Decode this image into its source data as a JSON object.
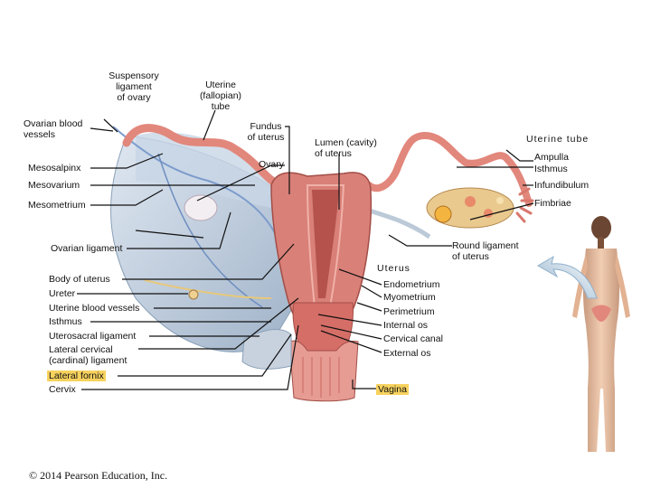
{
  "labels": {
    "suspensory": "Suspensory\nligament\nof ovary",
    "uterine_tube_top": "Uterine\n(fallopian)\ntube",
    "ovarian_vessels": "Ovarian blood\nvessels",
    "fundus": "Fundus\nof uterus",
    "lumen": "Lumen (cavity)\nof uterus",
    "uterine_tube_right": "Uterine tube",
    "mesosalpinx": "Mesosalpinx",
    "ovary": "Ovary",
    "ampulla": "Ampulla",
    "isthmus_tube": "Isthmus",
    "mesovarium": "Mesovarium",
    "infundibulum": "Infundibulum",
    "mesometrium": "Mesometrium",
    "fimbriae": "Fimbriae",
    "ovarian_ligament": "Ovarian ligament",
    "round_ligament": "Round ligament\nof uterus",
    "uterus": "Uterus",
    "body_of_uterus": "Body of uterus",
    "ureter": "Ureter",
    "uterine_vessels": "Uterine blood vessels",
    "isthmus": "Isthmus",
    "uterosacral": "Uterosacral ligament",
    "lateral_cervical": "Lateral cervical\n(cardinal) ligament",
    "lateral_fornix": "Lateral fornix",
    "cervix": "Cervix",
    "endometrium": "Endometrium",
    "myometrium": "Myometrium",
    "perimetrium": "Perimetrium",
    "internal_os": "Internal os",
    "cervical_canal": "Cervical canal",
    "external_os": "External os",
    "vagina": "Vagina"
  },
  "copyright": "© 2014 Pearson Education, Inc.",
  "colors": {
    "uterus_muscle": "#d98078",
    "uterus_dark": "#b5524c",
    "ligament": "#b7c6d8",
    "ovary": "#e9c98e",
    "highlight": "#f7d25e",
    "figure_skin": "#e9c0a3",
    "arrow": "#9bb7cf"
  }
}
